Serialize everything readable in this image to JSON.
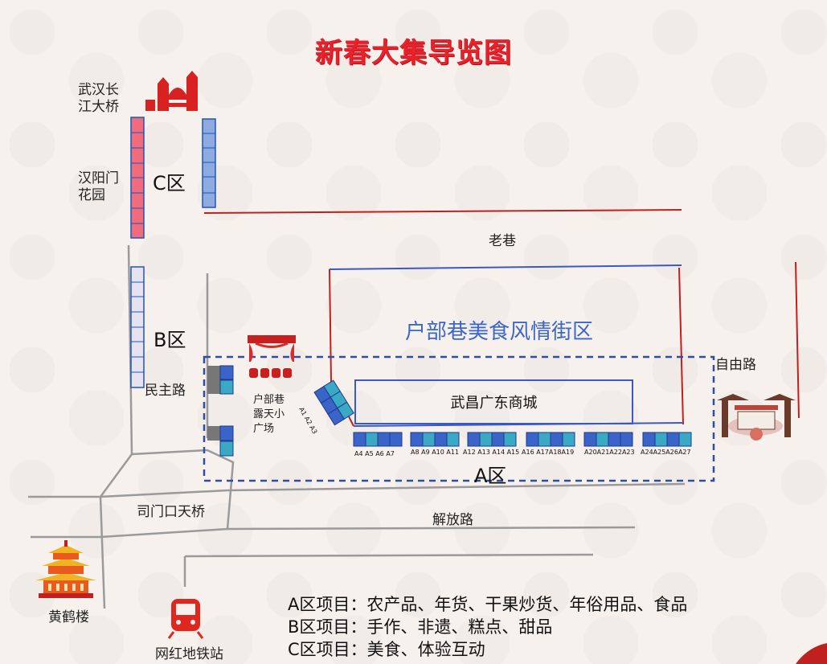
{
  "title": "新春大集导览图",
  "places": {
    "bridge": "武汉长\n江大桥",
    "garden": "汉阳门\n花园",
    "minzhu_road": "民主路",
    "stage": "户部巷\n露天小\n广场",
    "lao_xiang": "老巷",
    "food_street": "户部巷美食风情街区",
    "mall": "武昌广东商城",
    "ziyou_road": "自由路",
    "overpass": "司门口天桥",
    "jiefang_road": "解放路",
    "yellow_crane": "黄鹤楼",
    "metro": "网红地铁站"
  },
  "zones": {
    "a": "A区",
    "b": "B区",
    "c": "C区"
  },
  "stall_groups": {
    "a1_3": "A1 A2 A3",
    "a4_7": "A4 A5 A6 A7",
    "a8_11": "A8 A9 A10 A11",
    "a12_15": "A12 A13 A14 A15",
    "a16_19": "A16 A17A18A19",
    "a20_23": "A20A21A22A23",
    "a24_27": "A24A25A26A27"
  },
  "legend": {
    "a": "A区项目：农产品、年货、干果炒货、年俗用品、食品",
    "b": "B区项目：手作、非遗、糕点、甜品",
    "c": "C区项目：美食、体验互动"
  },
  "colors": {
    "title": "#e8212b",
    "road": "#9a9a9a",
    "red_line": "#c0201e",
    "blue_line": "#3a58c6",
    "zone_a_border": "#2f4f9e",
    "stall_blue": "#3a64c8",
    "stall_teal": "#3aa9c4"
  }
}
